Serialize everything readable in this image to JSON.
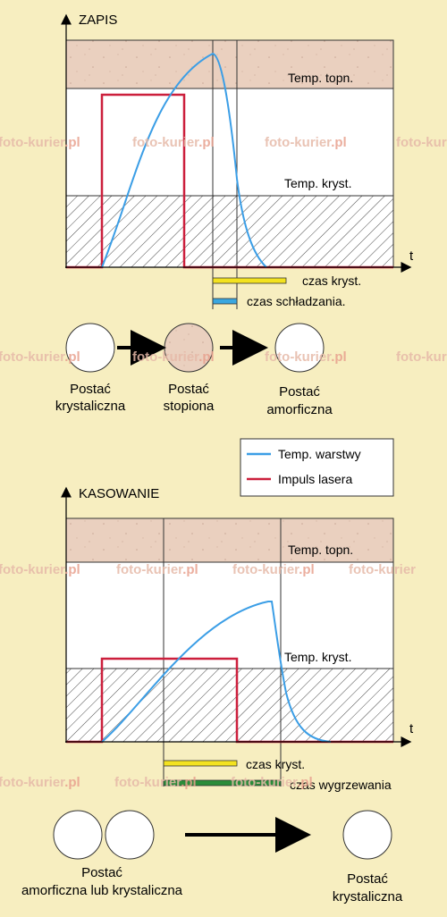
{
  "colors": {
    "background": "#f7eec0",
    "melt_band": "#ead0bf",
    "middle_band": "#ffffff",
    "hatch_band": "#ffffff",
    "temperature_curve": "#3b9ee6",
    "laser_pulse": "#cc1f3c",
    "crystallization_bar": "#f3e21f",
    "cooling_bar": "#3aa7e0",
    "annealing_bar": "#2a8c3a",
    "watermark": "#e6b9a8"
  },
  "watermark": {
    "text": "foto-kurier.pl",
    "prefix": "foto-kurier",
    "suffix": ".pl"
  },
  "write": {
    "title": "ZAPIS",
    "axis_t": "t",
    "melt_temp_label": "Temp. topn.",
    "cryst_temp_label": "Temp. kryst.",
    "cryst_time_label": "czas kryst.",
    "cooling_time_label": "czas schładzania.",
    "states": [
      {
        "line1": "Postać",
        "line2": "krystaliczna"
      },
      {
        "line1": "Postać",
        "line2": "stopiona"
      },
      {
        "line1": "Postać",
        "line2": "amorficzna"
      }
    ]
  },
  "legend": {
    "items": [
      {
        "label": "Temp. warstwy",
        "icon": "blue-line-icon"
      },
      {
        "label": "Impuls lasera",
        "icon": "red-line-icon"
      }
    ]
  },
  "erase": {
    "title": "KASOWANIE",
    "axis_t": "t",
    "melt_temp_label": "Temp. topn.",
    "cryst_temp_label": "Temp. kryst.",
    "cryst_time_label": "czas kryst.",
    "anneal_time_label": "czas wygrzewania",
    "states": [
      {
        "line1": "Postać",
        "line2": "amorficzna lub krystaliczna"
      },
      {
        "line1": "Postać",
        "line2": "krystaliczna"
      }
    ]
  }
}
